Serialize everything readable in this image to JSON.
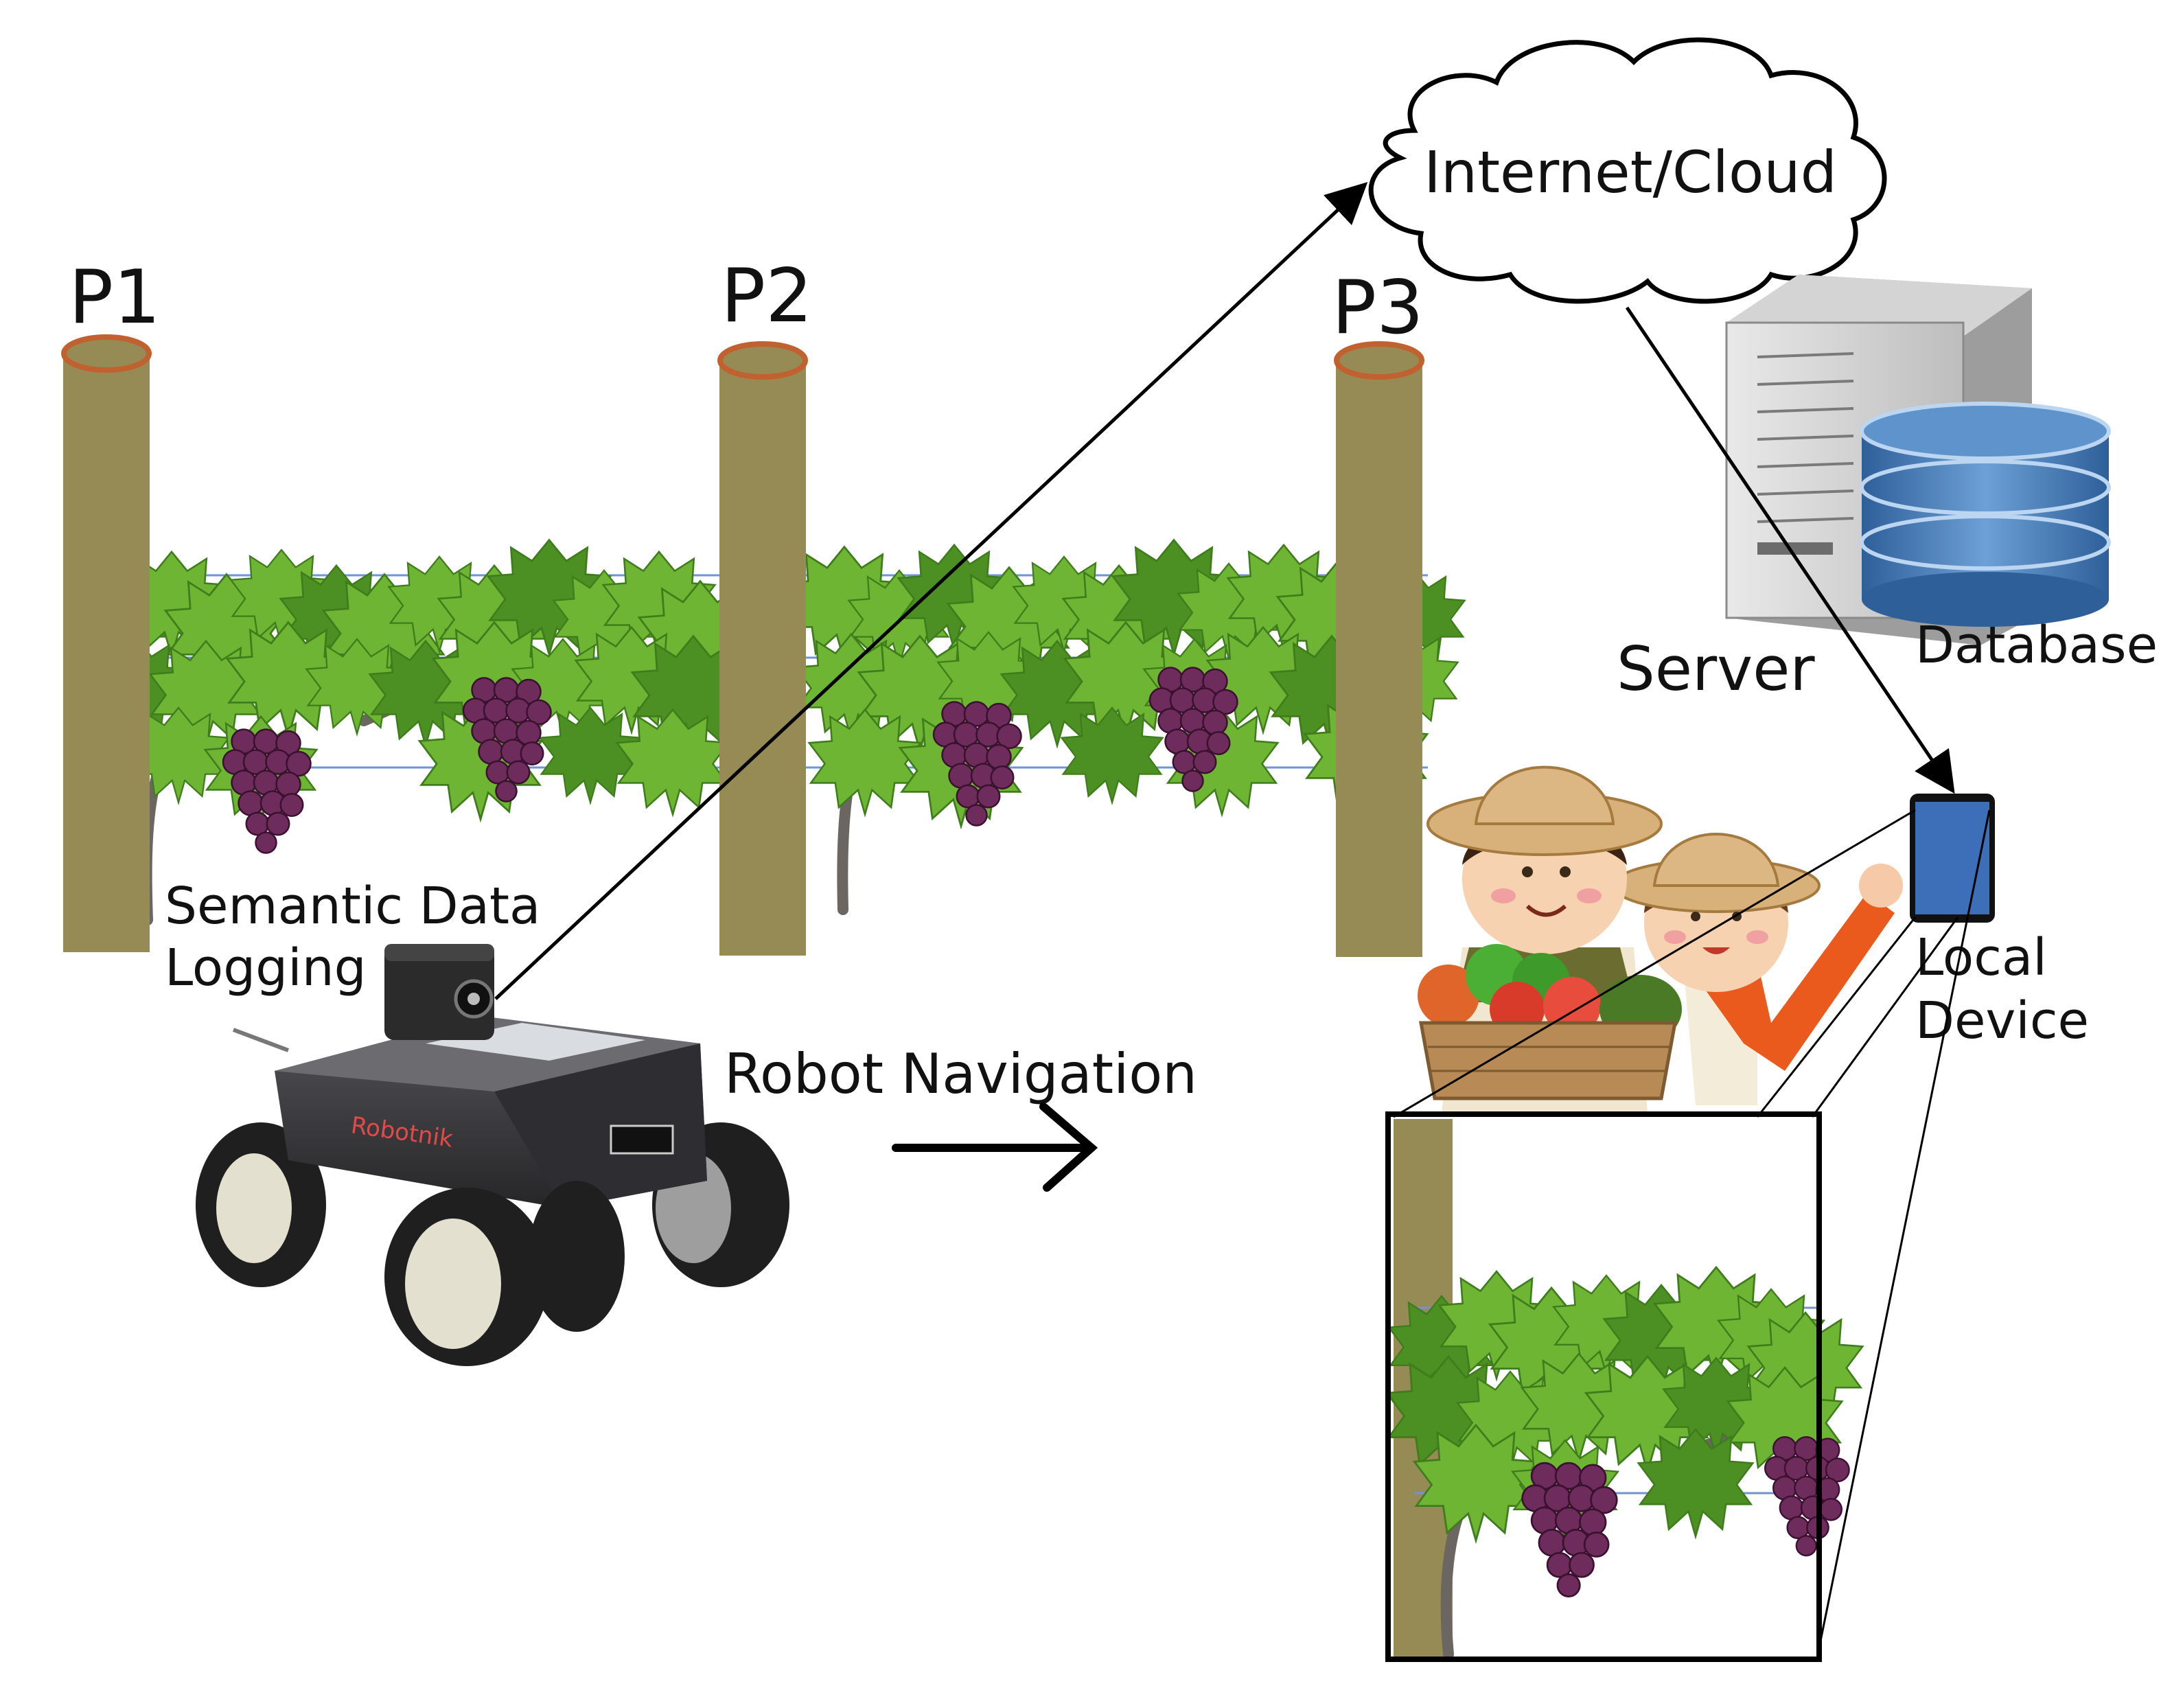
{
  "posts": [
    {
      "label": "P1"
    },
    {
      "label": "P2"
    },
    {
      "label": "P3"
    }
  ],
  "labels": {
    "cloud": "Internet/Cloud",
    "server": "Server",
    "database": "Database",
    "local_device_line1": "Local",
    "local_device_line2": "Device",
    "semantic_line1": "Semantic Data",
    "semantic_line2": "Logging",
    "navigation": "Robot Navigation",
    "robot_brand": "Robotnik"
  },
  "colors": {
    "post": "#978b55",
    "post_top": "#c0612f",
    "leaf": "#6fb534",
    "leaf_dark": "#4c8f23",
    "grape": "#6e2c5c",
    "wire": "#6f93d6",
    "vine": "#6b6661",
    "database": "#3f78b5",
    "phone": "#3d6fb8",
    "robot_body": "#3a3a3e",
    "arrow": "#000000"
  }
}
